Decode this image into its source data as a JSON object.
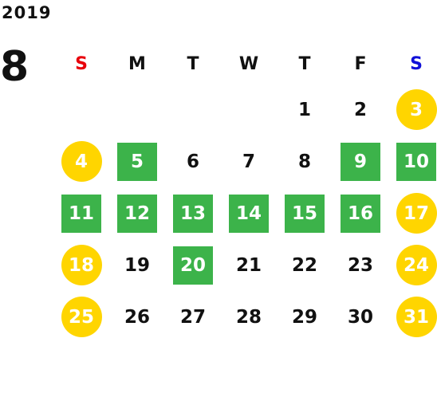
{
  "year": "2019",
  "month": "8",
  "colors": {
    "weekend_circle": "#FFD500",
    "highlight_square": "#3CB34A",
    "sunday_header": "#E8000B",
    "saturday_header": "#1010D8",
    "weekday_header": "#111111"
  },
  "weekdays": [
    {
      "label": "S",
      "color": "#E8000B"
    },
    {
      "label": "M",
      "color": "#111111"
    },
    {
      "label": "T",
      "color": "#111111"
    },
    {
      "label": "W",
      "color": "#111111"
    },
    {
      "label": "T",
      "color": "#111111"
    },
    {
      "label": "F",
      "color": "#111111"
    },
    {
      "label": "S",
      "color": "#1010D8"
    }
  ],
  "weeks": [
    [
      {
        "day": "",
        "style": "none"
      },
      {
        "day": "",
        "style": "none"
      },
      {
        "day": "",
        "style": "none"
      },
      {
        "day": "",
        "style": "none"
      },
      {
        "day": "1",
        "style": "none"
      },
      {
        "day": "2",
        "style": "none"
      },
      {
        "day": "3",
        "style": "circle"
      }
    ],
    [
      {
        "day": "4",
        "style": "circle"
      },
      {
        "day": "5",
        "style": "square"
      },
      {
        "day": "6",
        "style": "none"
      },
      {
        "day": "7",
        "style": "none"
      },
      {
        "day": "8",
        "style": "none"
      },
      {
        "day": "9",
        "style": "square"
      },
      {
        "day": "10",
        "style": "square"
      }
    ],
    [
      {
        "day": "11",
        "style": "square"
      },
      {
        "day": "12",
        "style": "square"
      },
      {
        "day": "13",
        "style": "square"
      },
      {
        "day": "14",
        "style": "square"
      },
      {
        "day": "15",
        "style": "square"
      },
      {
        "day": "16",
        "style": "square"
      },
      {
        "day": "17",
        "style": "circle"
      }
    ],
    [
      {
        "day": "18",
        "style": "circle"
      },
      {
        "day": "19",
        "style": "none"
      },
      {
        "day": "20",
        "style": "square"
      },
      {
        "day": "21",
        "style": "none"
      },
      {
        "day": "22",
        "style": "none"
      },
      {
        "day": "23",
        "style": "none"
      },
      {
        "day": "24",
        "style": "circle"
      }
    ],
    [
      {
        "day": "25",
        "style": "circle"
      },
      {
        "day": "26",
        "style": "none"
      },
      {
        "day": "27",
        "style": "none"
      },
      {
        "day": "28",
        "style": "none"
      },
      {
        "day": "29",
        "style": "none"
      },
      {
        "day": "30",
        "style": "none"
      },
      {
        "day": "31",
        "style": "circle"
      }
    ]
  ]
}
